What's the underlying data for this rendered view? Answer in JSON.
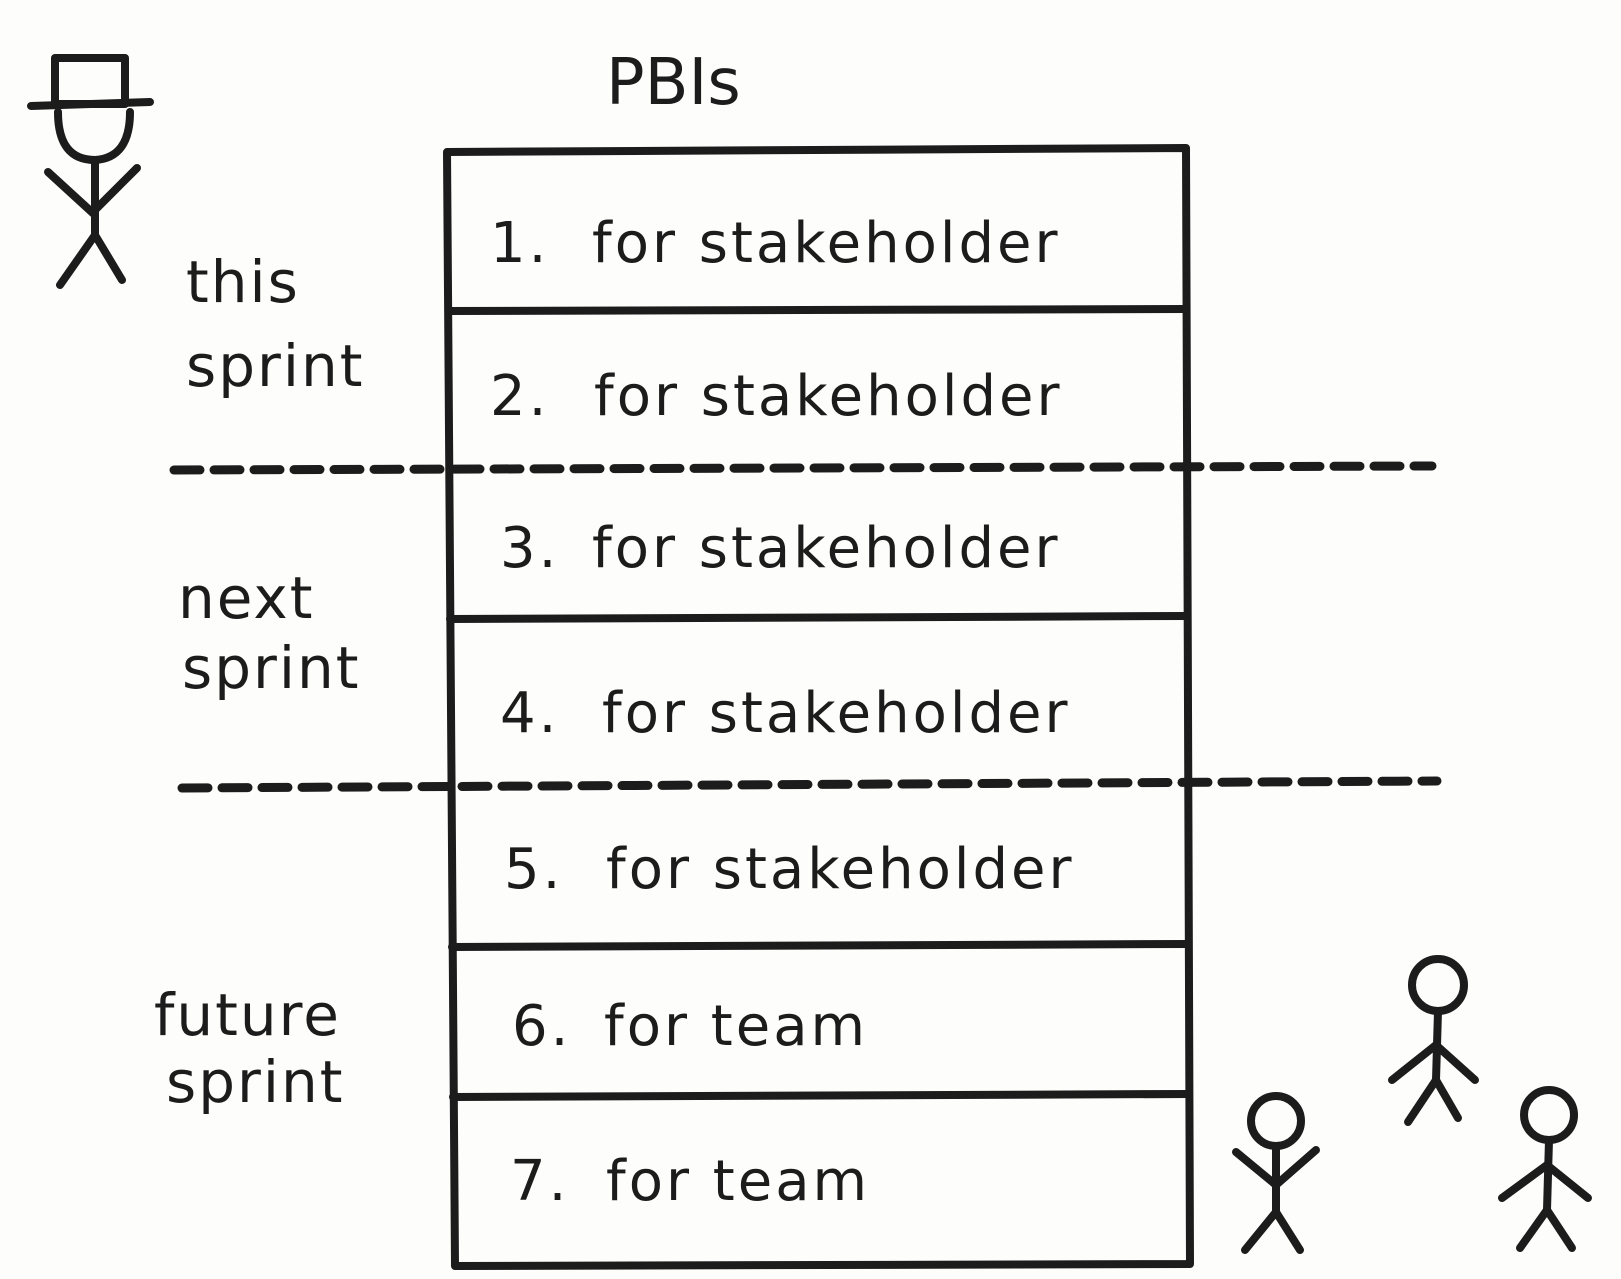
{
  "title": "PBIs",
  "sprint_labels": [
    {
      "line1": "this",
      "line2": "sprint"
    },
    {
      "line1": "next",
      "line2": "sprint"
    },
    {
      "line1": "future",
      "line2": "sprint"
    }
  ],
  "items": [
    {
      "num": "1.",
      "text": "for stakeholder"
    },
    {
      "num": "2.",
      "text": "for stakeholder"
    },
    {
      "num": "3.",
      "text": "for stakeholder"
    },
    {
      "num": "4.",
      "text": "for stakeholder"
    },
    {
      "num": "5.",
      "text": "for stakeholder"
    },
    {
      "num": "6.",
      "text": "for team"
    },
    {
      "num": "7.",
      "text": "for team"
    }
  ],
  "figures": {
    "stakeholder": "stakeholder-figure-with-hat",
    "team": "team-member-figure"
  },
  "colors": {
    "ink": "#1c1c1c",
    "paper": "#fdfdfb"
  }
}
